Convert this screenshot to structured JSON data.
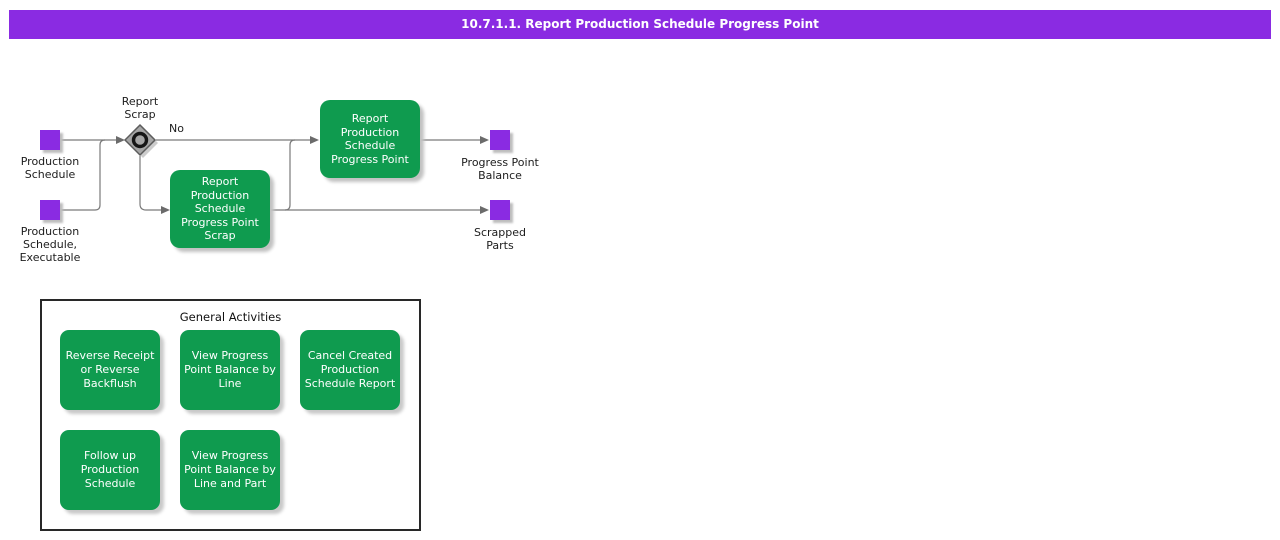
{
  "title_bar": {
    "text": "10.7.1.1. Report Production Schedule Progress Point"
  },
  "colors": {
    "accent_purple": "#8A2BE2",
    "activity_green": "#0F9B4F",
    "connector_gray": "#7A7A7A"
  },
  "flow": {
    "inputs": [
      {
        "label": "Production\nSchedule"
      },
      {
        "label": "Production\nSchedule,\nExecutable"
      }
    ],
    "decision": {
      "label": "Report\nScrap",
      "no_branch_label": "No"
    },
    "activities": [
      {
        "label": "Report\nProduction\nSchedule\nProgress Point"
      },
      {
        "label": "Report\nProduction\nSchedule\nProgress Point\nScrap"
      }
    ],
    "outputs": [
      {
        "label": "Progress Point\nBalance"
      },
      {
        "label": "Scrapped\nParts"
      }
    ]
  },
  "general_activities": {
    "title": "General Activities",
    "buttons": [
      {
        "label": "Reverse Receipt\nor Reverse\nBackflush"
      },
      {
        "label": "View Progress\nPoint Balance by\nLine"
      },
      {
        "label": "Cancel Created\nProduction\nSchedule Report"
      },
      {
        "label": "Follow up\nProduction\nSchedule"
      },
      {
        "label": "View Progress\nPoint Balance by\nLine and Part"
      }
    ]
  }
}
